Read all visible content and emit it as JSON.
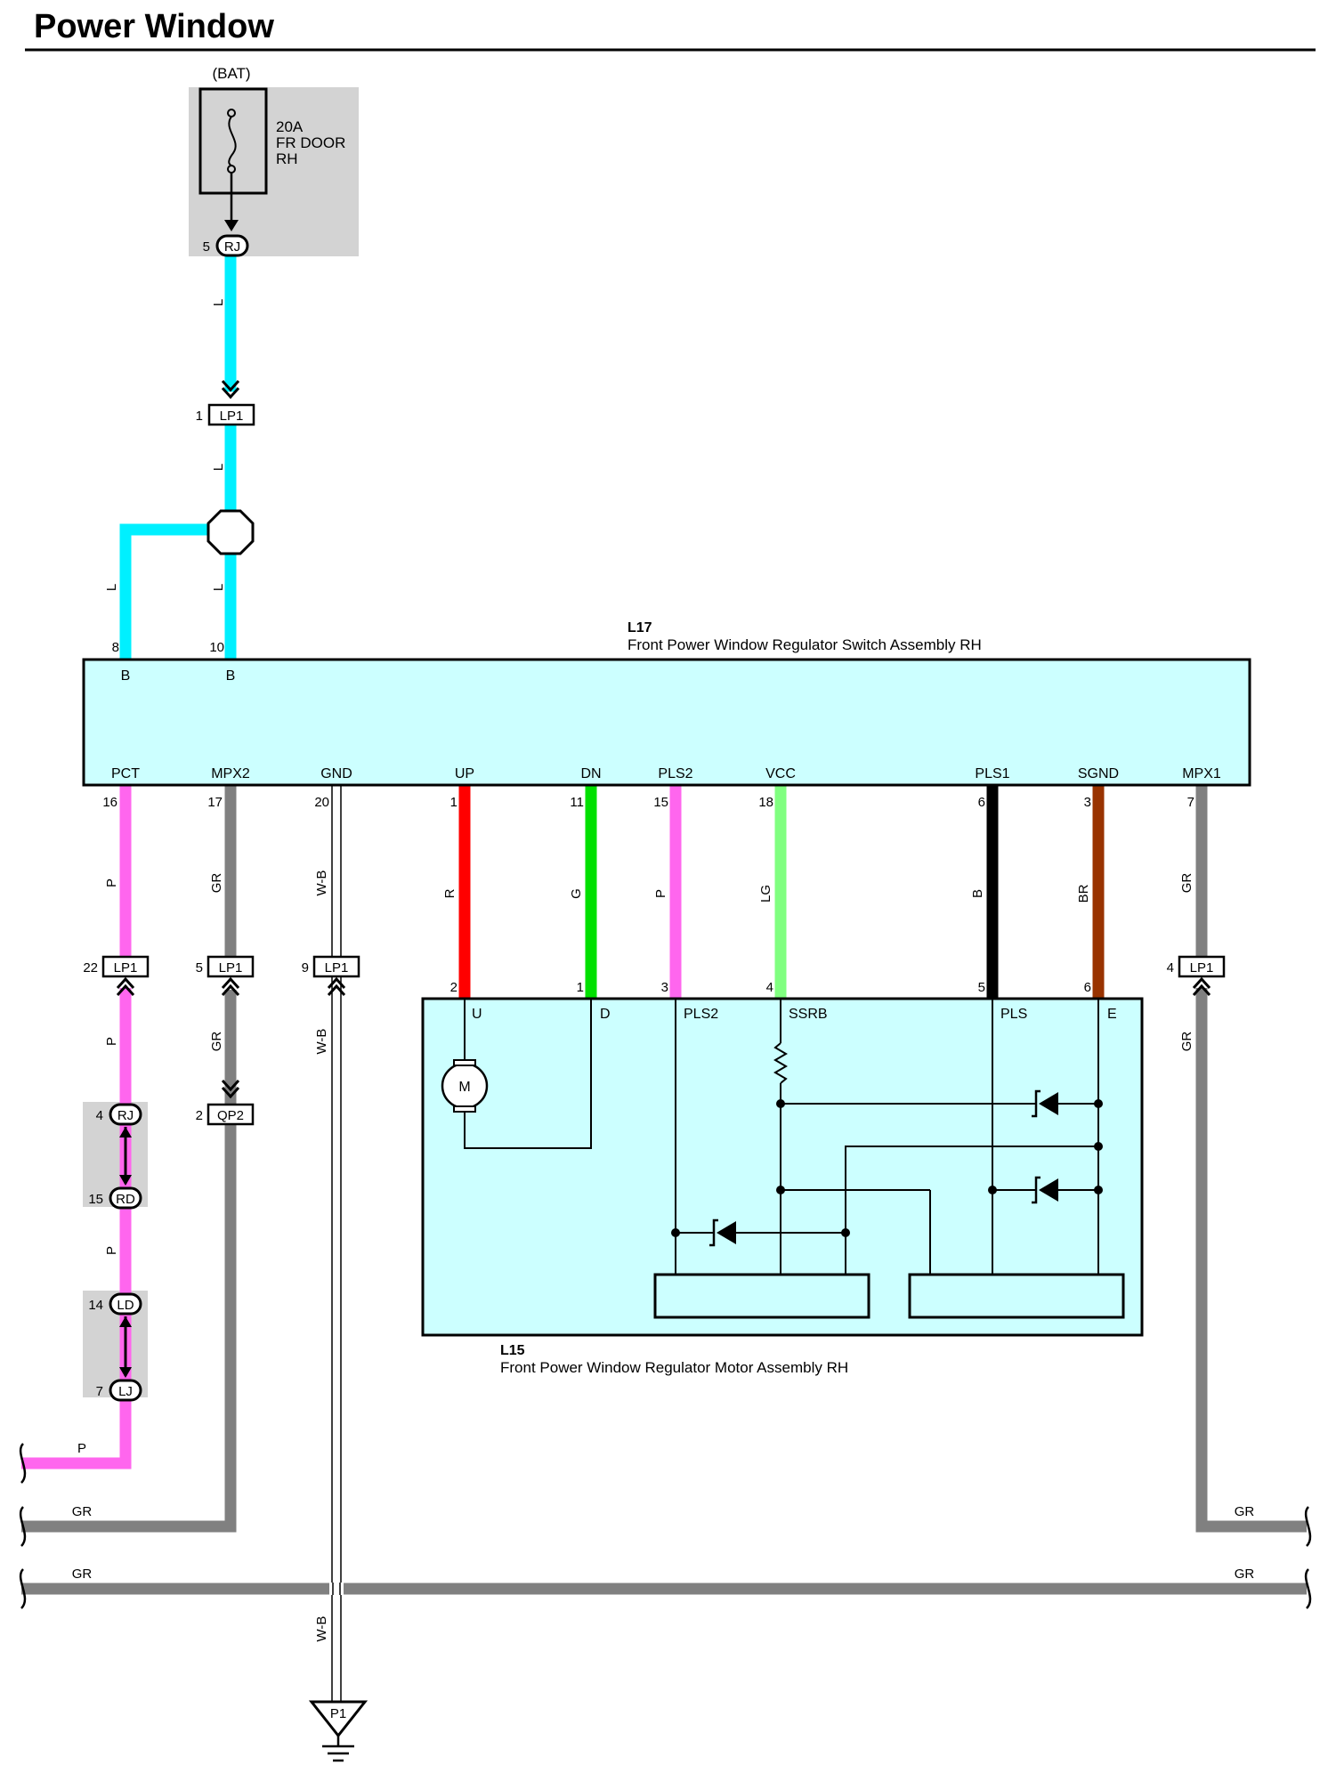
{
  "title": "Power Window",
  "colors": {
    "L": "#00f0ff",
    "P": "#ff66ee",
    "GR": "#808080",
    "R": "#ff0000",
    "G": "#00e000",
    "LG": "#80ff80",
    "B": "#000000",
    "BR": "#993300",
    "WB_outline": "#000000",
    "module_fill": "#ccffff",
    "shade": "#d3d3d3"
  },
  "battery": {
    "label": "(BAT)",
    "fuse_rating": "20A",
    "fuse_name_1": "FR DOOR",
    "fuse_name_2": "RH"
  },
  "connectors": {
    "rj_top": {
      "pin": "5",
      "name": "RJ"
    },
    "lp1_top": {
      "pin": "1",
      "name": "LP1"
    },
    "lp1_pct": {
      "pin": "22",
      "name": "LP1"
    },
    "lp1_mpx2": {
      "pin": "5",
      "name": "LP1"
    },
    "lp1_gnd": {
      "pin": "9",
      "name": "LP1"
    },
    "lp1_mpx1": {
      "pin": "4",
      "name": "LP1"
    },
    "qp2": {
      "pin": "2",
      "name": "QP2"
    },
    "rj_mid": {
      "pin": "4",
      "name": "RJ"
    },
    "rd": {
      "pin": "15",
      "name": "RD"
    },
    "ld": {
      "pin": "14",
      "name": "LD"
    },
    "lj": {
      "pin": "7",
      "name": "LJ"
    },
    "ground": {
      "name": "P1"
    }
  },
  "switch_assembly": {
    "code": "L17",
    "name": "Front Power Window Regulator Switch Assembly RH",
    "top_pins": [
      {
        "pin": "8",
        "sig": "B"
      },
      {
        "pin": "10",
        "sig": "B"
      }
    ],
    "bottom_pins": [
      {
        "pin": "16",
        "sig": "PCT"
      },
      {
        "pin": "17",
        "sig": "MPX2"
      },
      {
        "pin": "20",
        "sig": "GND"
      },
      {
        "pin": "1",
        "sig": "UP"
      },
      {
        "pin": "11",
        "sig": "DN"
      },
      {
        "pin": "15",
        "sig": "PLS2"
      },
      {
        "pin": "18",
        "sig": "VCC"
      },
      {
        "pin": "6",
        "sig": "PLS1"
      },
      {
        "pin": "3",
        "sig": "SGND"
      },
      {
        "pin": "7",
        "sig": "MPX1"
      }
    ]
  },
  "motor_assembly": {
    "code": "L15",
    "name": "Front Power Window Regulator Motor Assembly RH",
    "motor_symbol": "M",
    "pins": [
      {
        "pin": "2",
        "sig": "U"
      },
      {
        "pin": "1",
        "sig": "D"
      },
      {
        "pin": "3",
        "sig": "PLS2"
      },
      {
        "pin": "4",
        "sig": "SSRB"
      },
      {
        "pin": "5",
        "sig": "PLS"
      },
      {
        "pin": "6",
        "sig": "E"
      }
    ]
  },
  "wire_labels": {
    "L": "L",
    "P": "P",
    "GR": "GR",
    "WB": "W-B",
    "R": "R",
    "G": "G",
    "LG": "LG",
    "B": "B",
    "BR": "BR"
  }
}
